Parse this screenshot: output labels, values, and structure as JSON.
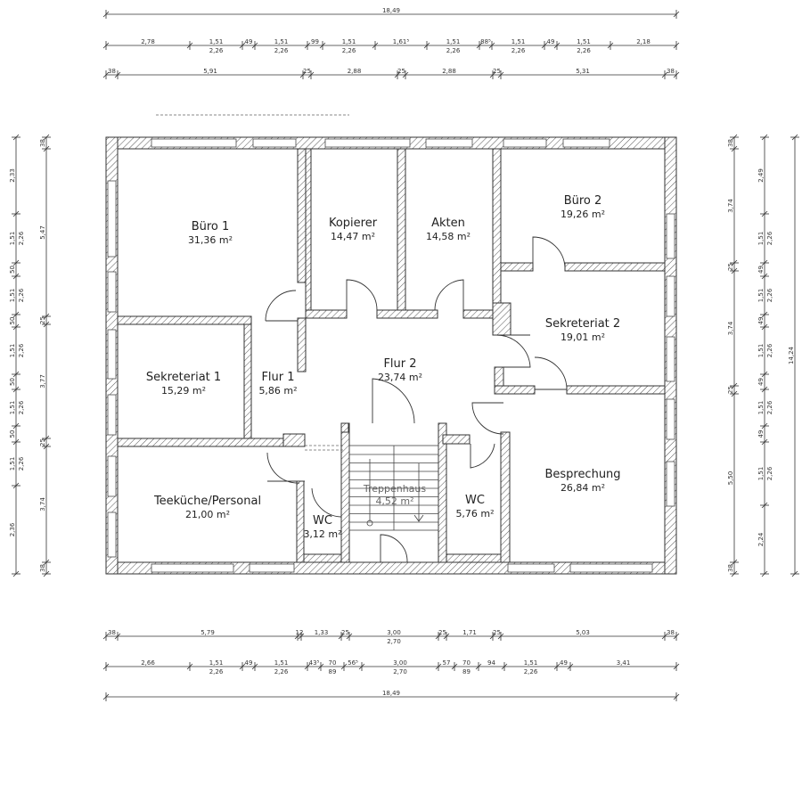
{
  "rooms": [
    {
      "name": "Büro 1",
      "area": "31,36 m²"
    },
    {
      "name": "Kopierer",
      "area": "14,47 m²"
    },
    {
      "name": "Akten",
      "area": "14,58 m²"
    },
    {
      "name": "Büro 2",
      "area": "19,26 m²"
    },
    {
      "name": "Sekreteriat 2",
      "area": "19,01 m²"
    },
    {
      "name": "Flur 1",
      "area": "5,86 m²"
    },
    {
      "name": "Flur 2",
      "area": "23,74 m²"
    },
    {
      "name": "Sekreteriat 1",
      "area": "15,29 m²"
    },
    {
      "name": "Treppenhaus",
      "area": "4,52 m²"
    },
    {
      "name": "Teeküche/Personal",
      "area": "21,00 m²"
    },
    {
      "name": "WC",
      "area": "3,12 m²"
    },
    {
      "name": "WC",
      "area": "5,76 m²"
    },
    {
      "name": "Besprechung",
      "area": "26,84 m²"
    }
  ],
  "dims_top": {
    "row1": [
      "18,49"
    ],
    "row2": [
      {
        "t": "2,78"
      },
      {
        "t": "1,51",
        "b": "2,26"
      },
      {
        "t": "49"
      },
      {
        "t": "1,51",
        "b": "2,26"
      },
      {
        "t": "99"
      },
      {
        "t": "1,51",
        "b": "2,26"
      },
      {
        "t": "1,61⁵"
      },
      {
        "t": "1,51",
        "b": "2,26"
      },
      {
        "t": "88⁵"
      },
      {
        "t": "1,51",
        "b": "2,26"
      },
      {
        "t": "49"
      },
      {
        "t": "1,51",
        "b": "2,26"
      },
      {
        "t": "2,18"
      }
    ],
    "row3": [
      "38",
      "5,91",
      "25",
      "2,88",
      "25",
      "2,88",
      "25",
      "5,31",
      "38"
    ]
  },
  "dims_bottom": {
    "row1": [
      {
        "t": "38"
      },
      {
        "t": "5,79"
      },
      {
        "t": "12"
      },
      {
        "t": "1,33"
      },
      {
        "t": "25"
      },
      {
        "t": "3,00",
        "b": "2,70"
      },
      {
        "t": "25"
      },
      {
        "t": "1,71"
      },
      {
        "t": "25"
      },
      {
        "t": "5,03"
      },
      {
        "t": "38"
      }
    ],
    "row2": [
      {
        "t": "2,66"
      },
      {
        "t": "1,51",
        "b": "2,26"
      },
      {
        "t": "49"
      },
      {
        "t": "1,51",
        "b": "2,26"
      },
      {
        "t": "43⁵"
      },
      {
        "t": "70",
        "b": "89"
      },
      {
        "t": "56⁵"
      },
      {
        "t": "3,00",
        "b": "2,70"
      },
      {
        "t": "57"
      },
      {
        "t": "70",
        "b": "89"
      },
      {
        "t": "94"
      },
      {
        "t": "1,51",
        "b": "2,26"
      },
      {
        "t": "49"
      },
      {
        "t": "3,41"
      }
    ],
    "row3": [
      "18,49"
    ]
  },
  "dims_left": {
    "outer": [
      {
        "t": "2,33"
      },
      {
        "t": "1,51",
        "b": "2,26"
      },
      {
        "t": "50"
      },
      {
        "t": "1,51",
        "b": "2,26"
      },
      {
        "t": "50"
      },
      {
        "t": "1,51",
        "b": "2,26"
      },
      {
        "t": "50"
      },
      {
        "t": "1,51",
        "b": "2,26"
      },
      {
        "t": "50"
      },
      {
        "t": "1,51",
        "b": "2,26"
      },
      {
        "t": "2,36"
      }
    ],
    "inner": [
      "38",
      "5,47",
      "25",
      "3,77",
      "25",
      "3,74",
      "38"
    ]
  },
  "dims_right": {
    "inner": [
      "38",
      "3,74",
      "25",
      "3,74",
      "25",
      "5,50",
      "38"
    ],
    "middle": [
      {
        "t": "2,49"
      },
      {
        "t": "1,51",
        "b": "2,26"
      },
      {
        "t": "49"
      },
      {
        "t": "1,51",
        "b": "2,26"
      },
      {
        "t": "49"
      },
      {
        "t": "1,51",
        "b": "2,26"
      },
      {
        "t": "49"
      },
      {
        "t": "1,51",
        "b": "2,26"
      },
      {
        "t": "49"
      },
      {
        "t": "1,51",
        "b": "2,26"
      },
      {
        "t": "2,24"
      }
    ],
    "outer": [
      "14,24"
    ]
  }
}
